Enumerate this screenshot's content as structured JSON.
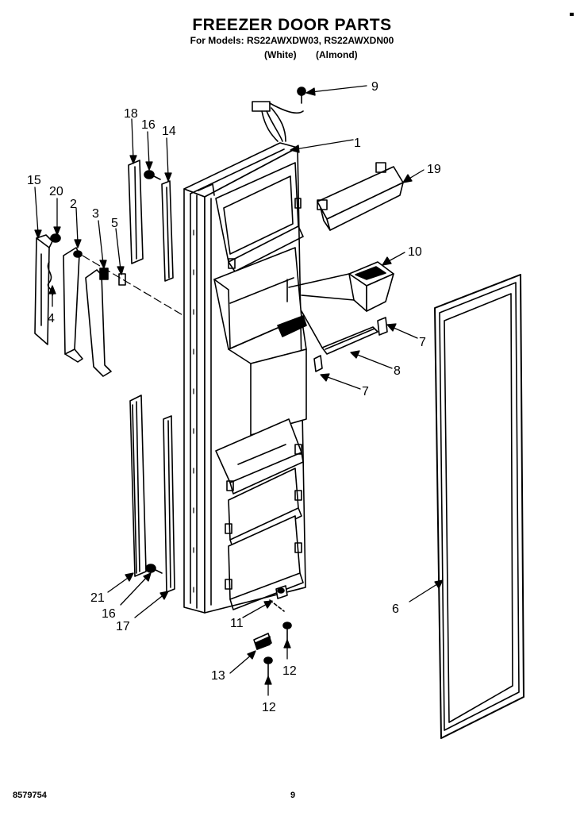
{
  "header": {
    "title": "FREEZER DOOR PARTS",
    "models": "For Models: RS22AWXDW03, RS22AWXDN00",
    "color_white": "(White)",
    "color_almond": "(Almond)"
  },
  "callouts": {
    "c1": "1",
    "c2": "2",
    "c3": "3",
    "c4": "4",
    "c5": "5",
    "c6": "6",
    "c7a": "7",
    "c7b": "7",
    "c8": "8",
    "c9": "9",
    "c10": "10",
    "c11": "11",
    "c12a": "12",
    "c12b": "12",
    "c13": "13",
    "c14": "14",
    "c15": "15",
    "c16a": "16",
    "c16b": "16",
    "c17": "17",
    "c18": "18",
    "c19": "19",
    "c20": "20",
    "c21": "21"
  },
  "footer": {
    "doc_number": "8579754",
    "page": "9"
  }
}
